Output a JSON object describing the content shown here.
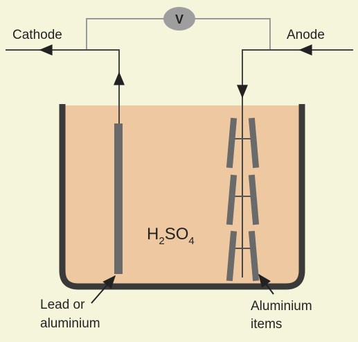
{
  "labels": {
    "cathode": "Cathode",
    "anode": "Anode",
    "voltmeter": "V",
    "lead_line1": "Lead or",
    "lead_line2": "aluminium",
    "items_line1": "Aluminium",
    "items_line2": "items"
  },
  "electrolyte": {
    "H": "H",
    "sub2": "2",
    "SO": "SO",
    "sub4": "4"
  },
  "colors": {
    "background": "#f5f5dc",
    "electrolyte": "#eec8a0",
    "tank": "#3a3a3a",
    "electrode": "#6a6a6a",
    "wire": "#555555",
    "circuit": "#999999",
    "voltmeter_fill": "#9e9e9e",
    "text": "#222222"
  }
}
